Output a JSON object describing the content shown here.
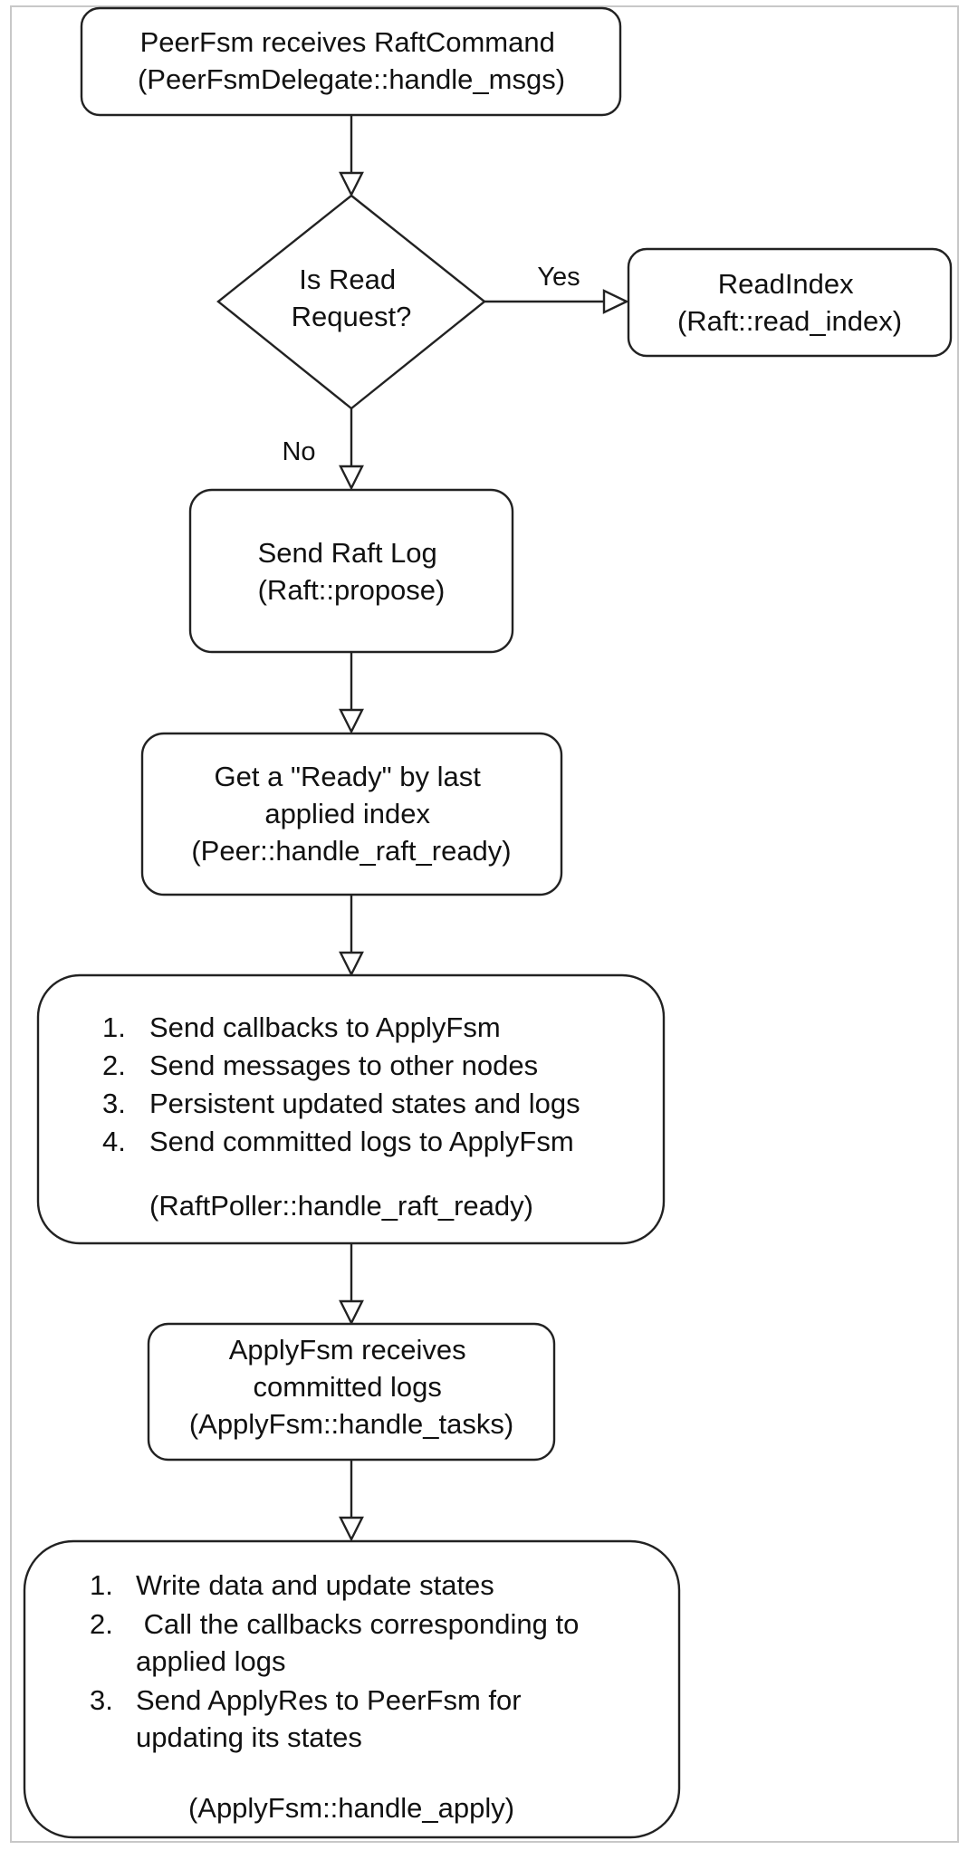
{
  "nodes": {
    "start": {
      "lines": [
        "PeerFsm receives RaftCommand",
        "(PeerFsmDelegate::handle_msgs)"
      ]
    },
    "decision": {
      "lines": [
        "Is Read",
        "Request?"
      ]
    },
    "read_index": {
      "lines": [
        "ReadIndex",
        "(Raft::read_index)"
      ]
    },
    "send_raft_log": {
      "lines": [
        "Send Raft Log",
        "(Raft::propose)"
      ]
    },
    "get_ready": {
      "lines": [
        "Get a \"Ready\" by last",
        "applied index",
        "(Peer::handle_raft_ready)"
      ]
    },
    "raft_poller": {
      "items": [
        {
          "num": "1.",
          "text": "Send callbacks to ApplyFsm"
        },
        {
          "num": "2.",
          "text": "Send messages to other nodes"
        },
        {
          "num": "3.",
          "text": "Persistent updated states and logs"
        },
        {
          "num": "4.",
          "text": "Send committed logs to ApplyFsm"
        }
      ],
      "caption": "(RaftPoller::handle_raft_ready)"
    },
    "apply_receive": {
      "lines": [
        "ApplyFsm receives",
        "committed logs",
        "(ApplyFsm::handle_tasks)"
      ]
    },
    "apply_handle": {
      "items": [
        {
          "num": "1.",
          "lines": [
            "Write data and update states"
          ]
        },
        {
          "num": "2.",
          "lines": [
            " Call the callbacks corresponding to",
            "applied logs"
          ]
        },
        {
          "num": "3.",
          "lines": [
            "Send ApplyRes to PeerFsm for",
            "updating its states"
          ]
        }
      ],
      "caption": "(ApplyFsm::handle_apply)"
    }
  },
  "edges": {
    "yes_label": "Yes",
    "no_label": "No"
  }
}
